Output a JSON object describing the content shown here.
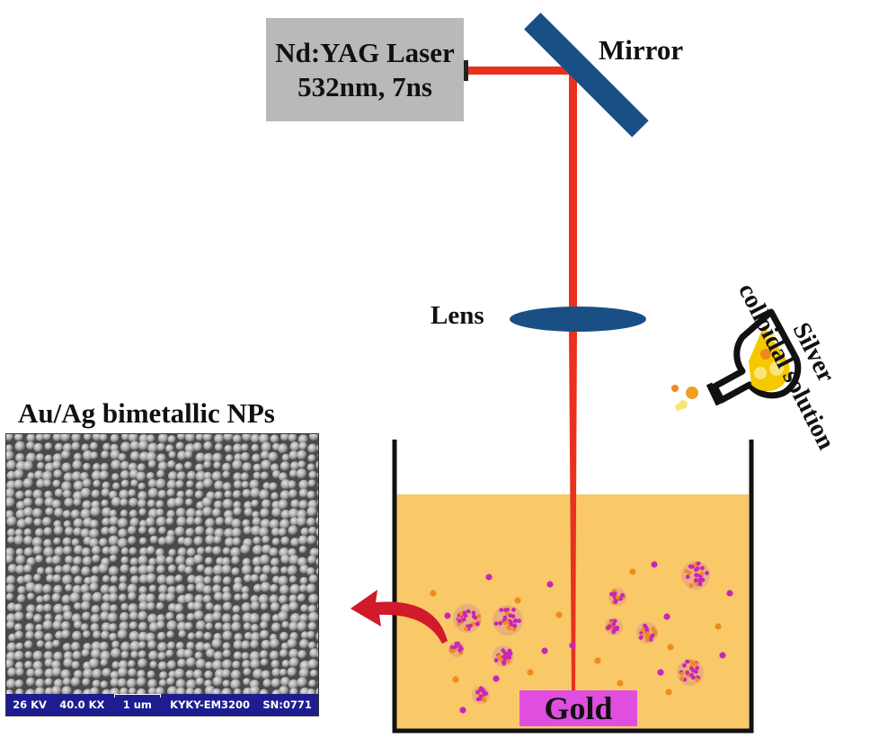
{
  "laser": {
    "line1": "Nd:YAG Laser",
    "line2": "532nm, 7ns"
  },
  "mirror_label": "Mirror",
  "lens_label": "Lens",
  "solution_label": {
    "line1": "Silver",
    "line2": "colloidal solution"
  },
  "sem": {
    "title": "Au/Ag bimetallic NPs",
    "voltage": "26 KV",
    "magnification": "40.0 KX",
    "scale": "1 um",
    "instrument": "KYKY-EM3200",
    "serial": "SN:0771"
  },
  "target_label": "Gold",
  "colors": {
    "beam": "#e8321e",
    "optics": "#1a4f85",
    "liquid": "#f9c968",
    "particle_magenta": "#c826b8",
    "particle_orange": "#f08a1e",
    "flask_yellow": "#f5c800",
    "arrow": "#d11a2a"
  }
}
